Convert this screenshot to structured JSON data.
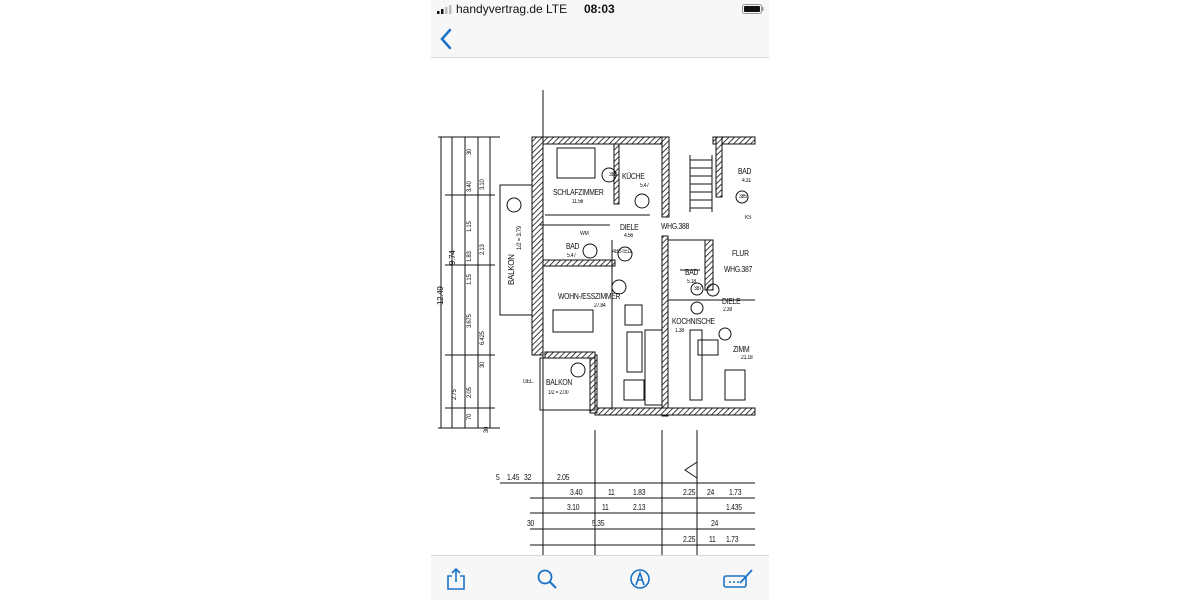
{
  "status_bar": {
    "carrier": "handyvertrag.de",
    "network": "LTE",
    "time": "08:03",
    "battery": "full"
  },
  "nav": {
    "back_icon": "chevron-left-icon"
  },
  "accent_color": "#1a73c8",
  "floor_plan": {
    "rooms": [
      {
        "name": "SCHLAFZIMMER",
        "area": "11.56"
      },
      {
        "name": "KÜCHE",
        "area": "5.47"
      },
      {
        "name": "DIELE",
        "area": "4.56"
      },
      {
        "name": "BAD",
        "area": "5.47"
      },
      {
        "name": "WOHN-/ESSZIMMER",
        "area": "27.84"
      },
      {
        "name": "BALKON",
        "area": "1/2 = 2.00"
      },
      {
        "name": "BALKON",
        "area": "1/2 = 3.79"
      },
      {
        "name": "BAD",
        "area": "5.18"
      },
      {
        "name": "DIELE",
        "area": "2.39"
      },
      {
        "name": "KOCHNISCHE",
        "area": "1.38"
      },
      {
        "name": "ZIMM",
        "area": "21.18"
      },
      {
        "name": "BAD",
        "area": "4.31"
      },
      {
        "name": "FLUR",
        "area": ""
      }
    ],
    "units": [
      "WHG.388",
      "WHG.387"
    ],
    "markers": [
      "388",
      "387",
      "385"
    ],
    "misc": [
      "WM",
      "ABSTELL",
      "GEL.",
      "KS"
    ],
    "left_dims": [
      "12.49",
      "9.74",
      "30",
      "3.40",
      "3.10",
      "1.15",
      "1.83",
      "1.15",
      "2.13",
      "3.675",
      "6.425",
      "2.05",
      "2.75",
      "30",
      "70",
      "30"
    ],
    "bottom_dims": [
      [
        "5",
        "1.45",
        "32",
        "2.05"
      ],
      [
        "3.40",
        "11",
        "1.83",
        "2.25",
        "24",
        "1.73"
      ],
      [
        "3.10",
        "11",
        "2.13",
        "1.435"
      ],
      [
        "30",
        "5.35",
        "24"
      ],
      [
        "2.25",
        "11",
        "1.73"
      ]
    ]
  },
  "toolbar": {
    "share": "share-icon",
    "search": "search-icon",
    "markup": "markup-icon",
    "signature": "signature-icon"
  }
}
